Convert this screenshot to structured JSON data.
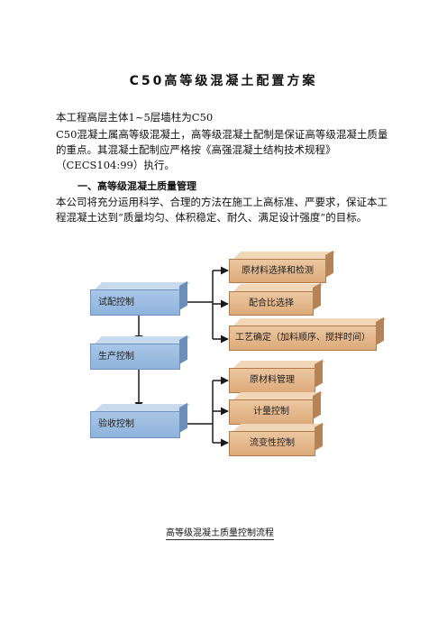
{
  "document": {
    "title": "C50高等级混凝土配置方案",
    "intro_line": "本工程高层主体1~5层墙柱为C50",
    "paragraph_1": "C50混凝土属高等级混凝土，高等级混凝土配制是保证高等级混凝土质量的重点。其混凝土配制应严格按《高强混凝土结构技术规程》（CECS104:99）执行。",
    "section_1_heading": "一、高等级混凝土质量管理",
    "paragraph_2": "本公司将充分运用科学、合理的方法在施工上高标准、严要求，保证本工程混凝土达到“质量均匀、体积稳定、耐久、满足设计强度”的目标。"
  },
  "diagram": {
    "stages": {
      "trial": "试配控制",
      "production": "生产控制",
      "acceptance": "验收控制"
    },
    "trial_steps": [
      "原材料选择和检测",
      "配合比选择",
      "工艺确定（加料顺序、搅拌时间）"
    ],
    "production_steps": [
      "原材料管理",
      "计量控制",
      "流变性控制"
    ],
    "caption": "高等级混凝土质量控制流程"
  }
}
